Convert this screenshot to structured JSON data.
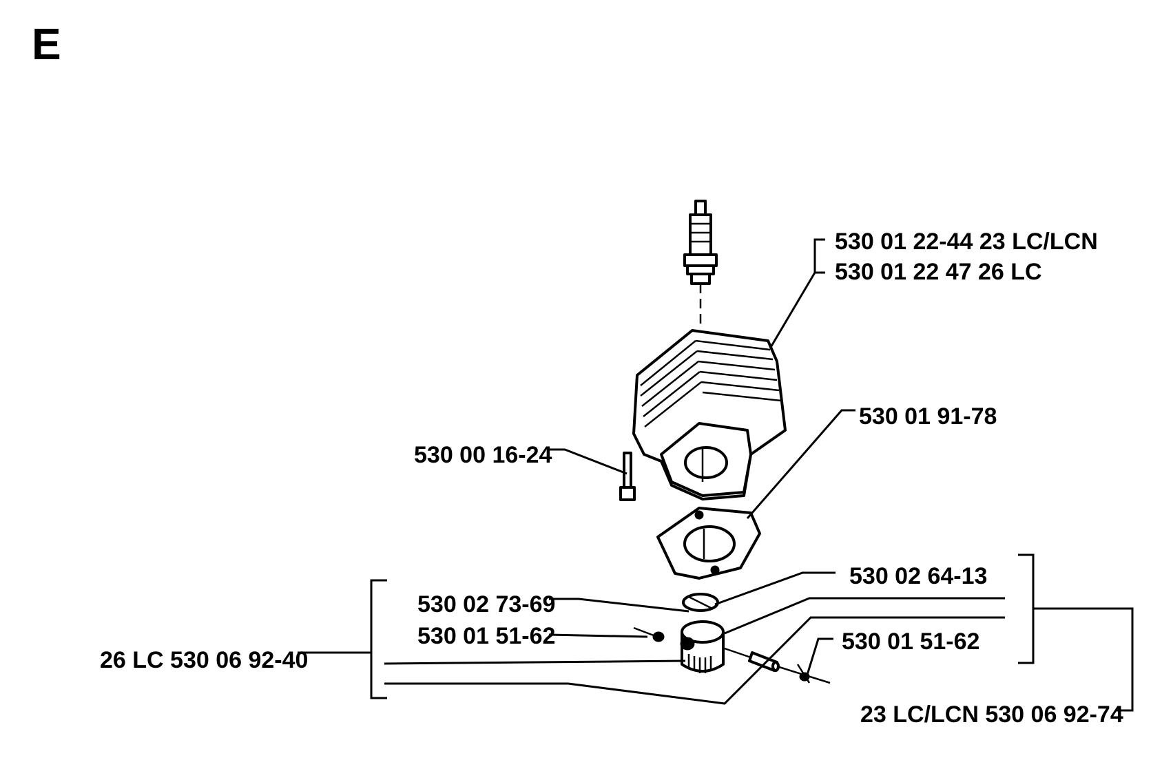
{
  "section_letter": "E",
  "labels": {
    "cylinder_a": "530 01 22-44 23 LC/LCN",
    "cylinder_b": "530 01 22 47 26 LC",
    "gasket": "530 01 91-78",
    "screw": "530 00 16-24",
    "circlip": "530 02 64-13",
    "ring": "530 02 73-69",
    "wrist_pin_lock_left": "530 01 51-62",
    "wrist_pin_lock_right": "530 01 51-62",
    "piston_kit_26": "26 LC 530 06 92-40",
    "piston_kit_23": "23 LC/LCN 530 06 92-74"
  }
}
